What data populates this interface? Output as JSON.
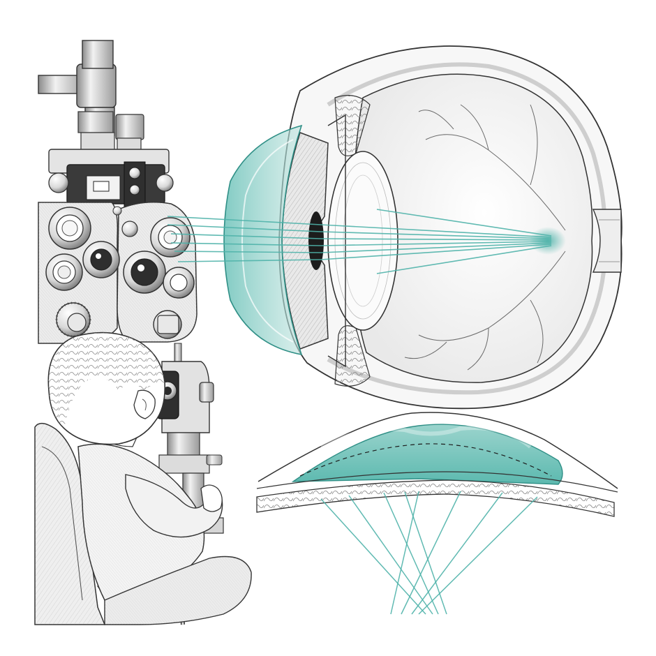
{
  "illustration": {
    "subjects": [
      "phoropter",
      "child-patient",
      "eye-cross-section",
      "cornea-magnified"
    ],
    "colors": {
      "ink": "#2b2b2b",
      "ink_light": "#6a6a6a",
      "hatch": "#9a9a9a",
      "paper": "#ffffff",
      "teal": "#4fb3aa",
      "teal_light": "#bfe3de",
      "teal_dark": "#2f8f86"
    },
    "icons": [
      "phoropter-lens-icon",
      "lens-dial-icon",
      "eyepiece-icon"
    ]
  }
}
